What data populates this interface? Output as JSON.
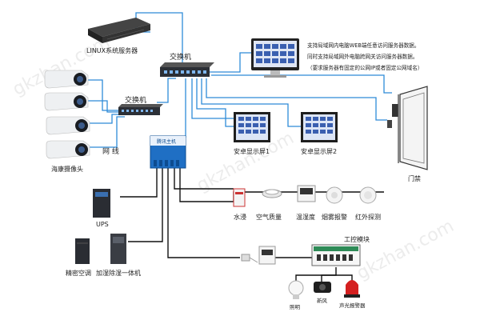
{
  "labels": {
    "linux_server": "LINUX系统服务器",
    "switch_top": "交换机",
    "switch_left": "交换机",
    "network_cable": "网 线",
    "hikvision_camera": "海康摄像头",
    "android_screen_1": "安卓显示屏1",
    "android_screen_2": "安卓显示屏2",
    "access_control": "门禁",
    "ups": "UPS",
    "precision_ac": "精密空调",
    "humidifier": "加湿除湿一体机",
    "water_leak": "水浸",
    "air_quality": "空气质量",
    "temp_humidity": "温湿度",
    "smoke_alarm": "烟雾报警",
    "infrared": "红外探测",
    "control_module": "工控模块",
    "lighting": "照明",
    "fresh_air": "新风",
    "sound_light_alarm": "声光报警器",
    "controller_badge": "腾讯主机"
  },
  "note_lines": [
    "支持局域网内电脑WEB端任意访问服务器数据。",
    "同时支持局域网外电脑跨网关访问服务器数据。",
    "（要求服务器有固定的公网IP或者固定公网域名）"
  ],
  "watermarks": [
    "gkzhan.com",
    "gkzhan.com",
    "gkzhan.com"
  ],
  "colors": {
    "link": "#2e8bd8",
    "wire": "#111111",
    "device_dark": "#2b2f36",
    "screen_blue": "#3a5fb0"
  }
}
